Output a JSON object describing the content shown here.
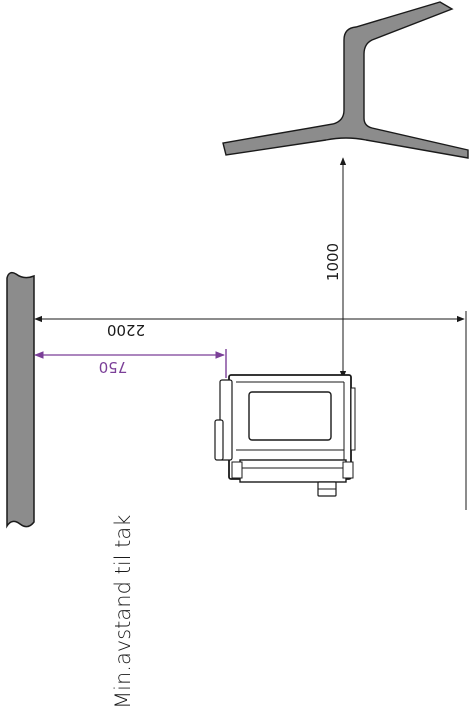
{
  "dimensions": {
    "overall_clearance": "2200",
    "wall_offset": "750",
    "vertical_clearance": "1000"
  },
  "caption": "Min.avstand til tak",
  "colors": {
    "line": "#1a1a1a",
    "wall_fill": "#8c8c8c",
    "stand_fill": "#8c8c8c",
    "accent": "#7b3f98",
    "device_fill": "#ffffff"
  }
}
